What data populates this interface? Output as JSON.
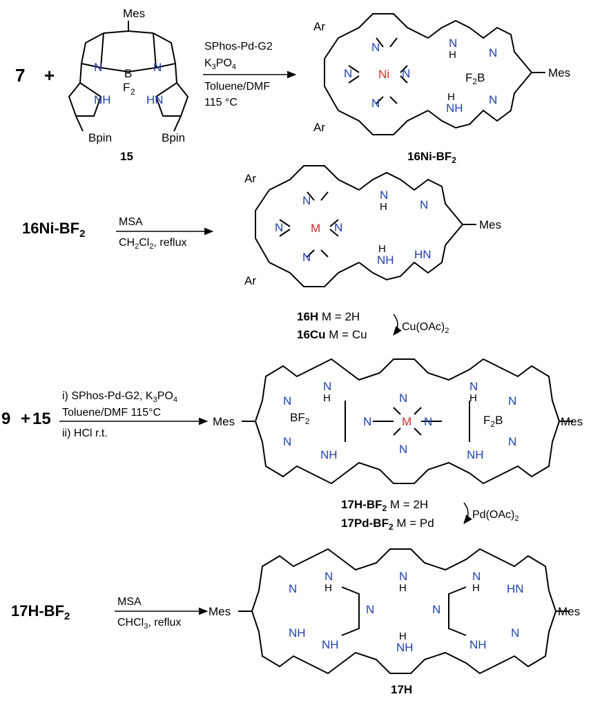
{
  "colors": {
    "text": "#000000",
    "nitrogen": "#1f3fb0",
    "metal": "#d62728",
    "bond": "#000000"
  },
  "atoms": {
    "N": "N",
    "H": "H",
    "NH": "NH",
    "HN": "HN",
    "B": "B",
    "F": "F",
    "BF": "BF",
    "F2B": "F",
    "two": "2"
  },
  "row1": {
    "left_num": "7",
    "plus": "+",
    "mes": "Mes",
    "bpin_l": "Bpin",
    "bpin_r": "Bpin",
    "compound": "15",
    "cond1": "SPhos-Pd-G2",
    "cond2a": "K",
    "cond2b": "3",
    "cond2c": "PO",
    "cond2d": "4",
    "cond3": "Toluene/DMF",
    "cond4": "115 °C",
    "ar_top": "Ar",
    "ar_bot": "Ar",
    "metal": "Ni",
    "mes_r": "Mes",
    "product_a": "16Ni-BF",
    "product_b": "2"
  },
  "row2": {
    "reactant_a": "16Ni-BF",
    "reactant_b": "2",
    "cond1": "MSA",
    "cond2a": "CH",
    "cond2b": "2",
    "cond2c": "Cl",
    "cond2d": "2",
    "cond2e": ", reflux",
    "ar_top": "Ar",
    "ar_bot": "Ar",
    "metal": "M",
    "mes": "Mes",
    "label1_a": "16H",
    "label1_b": " M = 2H",
    "label2_a": "16Cu",
    "label2_b": " M = Cu",
    "reagent": "Cu(OAc)",
    "reagent_sub": "2"
  },
  "row3": {
    "left_num": "9",
    "plus": "+",
    "right_num": "15",
    "cond1a": "i) SPhos-Pd-G2, K",
    "cond1b": "3",
    "cond1c": "PO",
    "cond1d": "4",
    "cond2": "Toluene/DMF  115°C",
    "cond3": "ii) HCl r.t.",
    "mes_l": "Mes",
    "mes_r": "Mes",
    "metal": "M",
    "label1_a": "17H-BF",
    "label1_b": "2",
    "label1_c": " M = 2H",
    "label2_a": "17Pd-BF",
    "label2_b": "2",
    "label2_c": " M = Pd",
    "reagent": "Pd(OAc)",
    "reagent_sub": "2"
  },
  "row4": {
    "reactant_a": "17H-BF",
    "reactant_b": "2",
    "cond1": "MSA",
    "cond2a": "CHCl",
    "cond2b": "3",
    "cond2c": ", reflux",
    "mes_l": "Mes",
    "mes_r": "Mes",
    "product": "17H"
  }
}
